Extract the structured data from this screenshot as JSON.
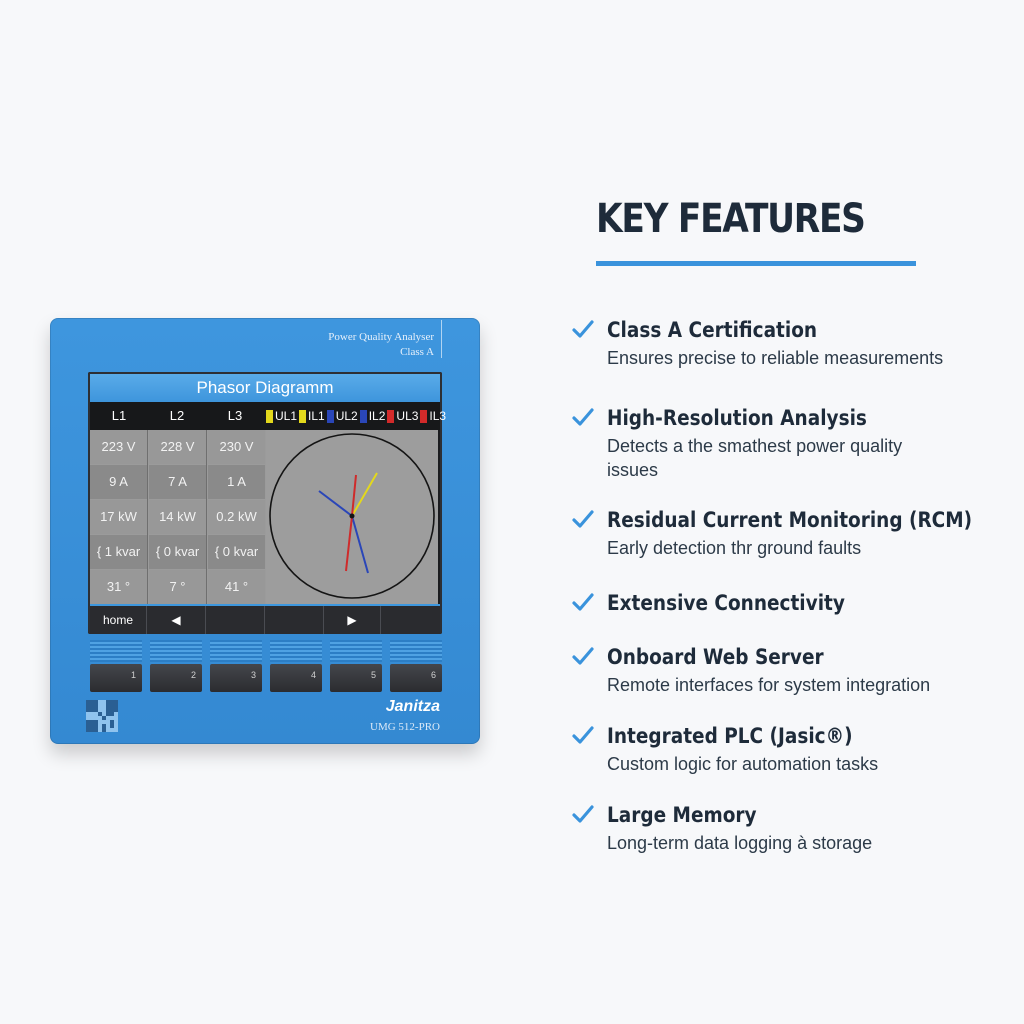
{
  "device": {
    "label_line1": "Power Quality Analyser",
    "label_line2": "Class A",
    "screen_title": "Phasor Diagramm",
    "phases": [
      "L1",
      "L2",
      "L3"
    ],
    "legend": [
      {
        "label": "UL1",
        "color": "#e3d81c"
      },
      {
        "label": "IL1",
        "color": "#e3d81c"
      },
      {
        "label": "UL2",
        "color": "#2a46b8"
      },
      {
        "label": "IL2",
        "color": "#2a46b8"
      },
      {
        "label": "UL3",
        "color": "#d32a2a"
      },
      {
        "label": "IL3",
        "color": "#d32a2a"
      }
    ],
    "rows": [
      [
        "223 V",
        "228 V",
        "230 V"
      ],
      [
        "9 A",
        "7 A",
        "1 A"
      ],
      [
        "17 kW",
        "14 kW",
        "0.2 kW"
      ],
      [
        "{ 1 kvar",
        "{ 0 kvar",
        "{ 0 kvar"
      ],
      [
        "31 °",
        "7 °",
        "41 °"
      ]
    ],
    "nav": {
      "home": "home",
      "left": "◀",
      "right": "▶"
    },
    "keys": [
      "1",
      "2",
      "3",
      "4",
      "5",
      "6"
    ],
    "brand": "Janitza",
    "model": "UMG 512-PRO",
    "phasor_colors": {
      "yellow": "#e3d81c",
      "blue": "#2a46b8",
      "red": "#cf2b2b"
    }
  },
  "features": {
    "title": "KEY FEATURES",
    "accent": "#3a93dc",
    "items": [
      {
        "title": "Class A Certification",
        "desc": "Ensures precise to reliable measurements"
      },
      {
        "title": "High-Resolution Analysis",
        "desc": "Detects a the smathest power quality issues"
      },
      {
        "title": "Residual Current Monitoring (RCM)",
        "desc": "Early detection thr ground faults"
      },
      {
        "title": "Extensive Connectivity",
        "desc": ""
      },
      {
        "title": "Onboard Web Server",
        "desc": "Remote interfaces for system integration"
      },
      {
        "title": "Integrated PLC (Jasic®)",
        "desc": "Custom logic for automation tasks"
      },
      {
        "title": "Large Memory",
        "desc": "Long-term data logging à storage"
      }
    ]
  }
}
